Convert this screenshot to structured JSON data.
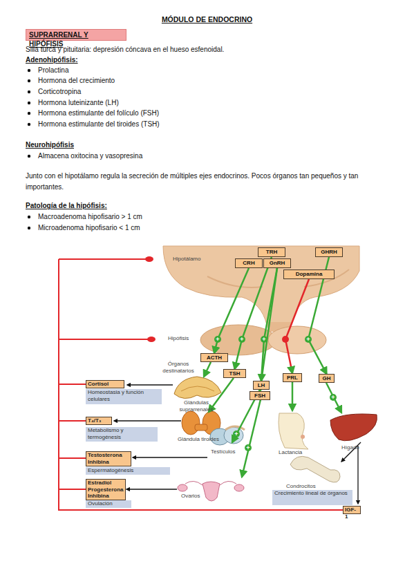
{
  "diagram": {
    "title": "MÓDULO DE ENDOCRINO",
    "nodes": [
      {
        "text": [
          "SUPRARRENAL Y HIPÓFISIS"
        ]
      },
      {
        "text": [
          "TRH"
        ]
      },
      {
        "text": [
          "GHRH"
        ]
      },
      {
        "text": [
          "CRH"
        ]
      },
      {
        "text": [
          "GnRH"
        ]
      },
      {
        "text": [
          "Dopamina"
        ]
      },
      {
        "text": [
          "ACTH"
        ]
      },
      {
        "text": [
          "TSH"
        ]
      },
      {
        "text": [
          "LH"
        ]
      },
      {
        "text": [
          "PRL"
        ]
      },
      {
        "text": [
          "GH"
        ]
      },
      {
        "text": [
          "FSH"
        ]
      },
      {
        "text": [
          "Cortisol"
        ]
      },
      {
        "text": [
          "Homeostasia y función celulares"
        ]
      },
      {
        "text": [
          "T₄/T₃"
        ]
      },
      {
        "text": [
          "Metabolismo y termogénesis"
        ]
      },
      {
        "text": [
          "Testosterona Inhibina"
        ]
      },
      {
        "text": [
          "Espermatogénesis"
        ]
      },
      {
        "text": [
          "Estradiol Progesterona Inhibina"
        ]
      },
      {
        "text": [
          "Ovulación"
        ]
      },
      {
        "text": [
          "Crecimiento lineal de órganos"
        ]
      },
      {
        "text": [
          "IGF-1"
        ]
      }
    ],
    "edges": [
      {
        "from": 3,
        "to": 6,
        "arrow": "to",
        "label": "+"
      },
      {
        "from": 1,
        "to": 7,
        "arrow": "to",
        "label": "+"
      },
      {
        "from": 4,
        "to": 8,
        "arrow": "to",
        "label": "+"
      },
      {
        "from": 4,
        "to": 11,
        "arrow": "to"
      },
      {
        "from": 5,
        "to": 9,
        "arrow": "to"
      },
      {
        "from": 2,
        "to": 10,
        "arrow": "to",
        "label": "+"
      }
    ],
    "labels": [
      "Silla turca y pituitaria: depresión cóncava en el hueso esfenoidal.",
      "Adenohipófisis:",
      "Prolactina",
      "Hormona del crecimiento",
      "Corticotropina",
      "Hormona luteinizante (LH)",
      "Hormona estimulante del folículo (FSH)",
      "Hormona estimulante del tiroides (TSH)",
      "Neurohipófisis",
      "Almacena oxitocina y vasopresina",
      "Junto con el hipotálamo regula la secreción de múltiples ejes endocrinos. Pocos órganos tan pequeños y tan importantes.",
      "Patología de la hipófisis:",
      "Macroadenoma hipofisario > 1 cm",
      "Microadenoma hipofisario < 1 cm",
      "Hipotálamo",
      "Hipófisis",
      "Órganos destinatarios",
      "Glándulas suprarrenales",
      "Glándula tiroides",
      "Testículos",
      "Ovarios",
      "Lactancia",
      "Hígado",
      "Condrocitos",
      "+",
      "+",
      "+"
    ]
  }
}
